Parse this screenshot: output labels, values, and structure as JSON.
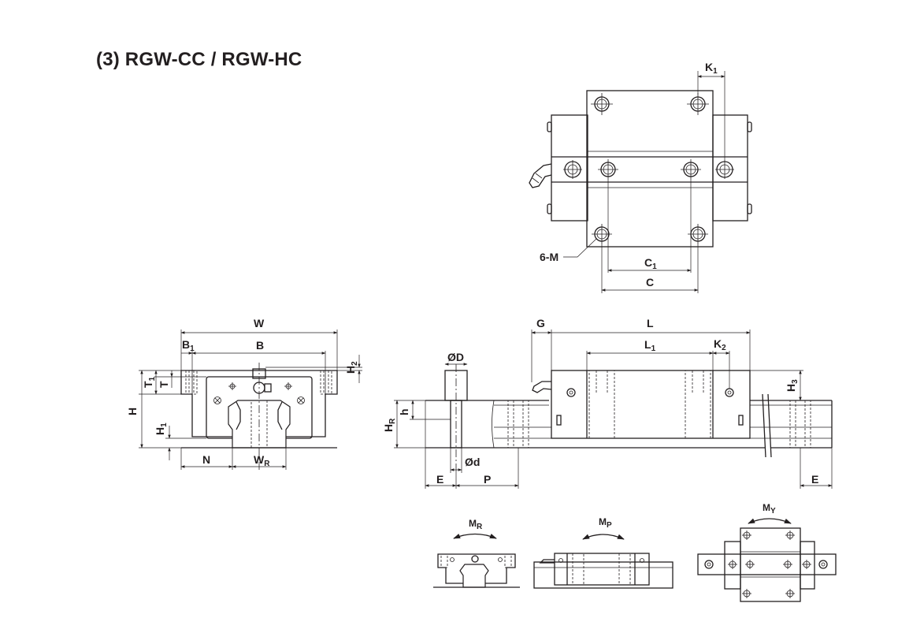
{
  "title": "(3) RGW-CC / RGW-HC",
  "labels": {
    "K1": "K",
    "K1_sub": "1",
    "six_m": "6-M",
    "C1": "C",
    "C1_sub": "1",
    "C": "C",
    "W": "W",
    "B1": "B",
    "B1_sub": "1",
    "B": "B",
    "H2": "H",
    "H2_sub": "2",
    "T1": "T",
    "T1_sub": "1",
    "T": "T",
    "H": "H",
    "H1": "H",
    "H1_sub": "1",
    "N": "N",
    "WR": "W",
    "WR_sub": "R",
    "D": "ØD",
    "h": "h",
    "HR": "H",
    "HR_sub": "R",
    "d": "Ød",
    "E": "E",
    "P": "P",
    "G": "G",
    "L": "L",
    "L1": "L",
    "L1_sub": "1",
    "K2": "K",
    "K2_sub": "2",
    "H3": "H",
    "H3_sub": "3",
    "E2": "E",
    "MR": "M",
    "MR_sub": "R",
    "MP": "M",
    "MP_sub": "P",
    "MY": "M",
    "MY_sub": "Y"
  }
}
